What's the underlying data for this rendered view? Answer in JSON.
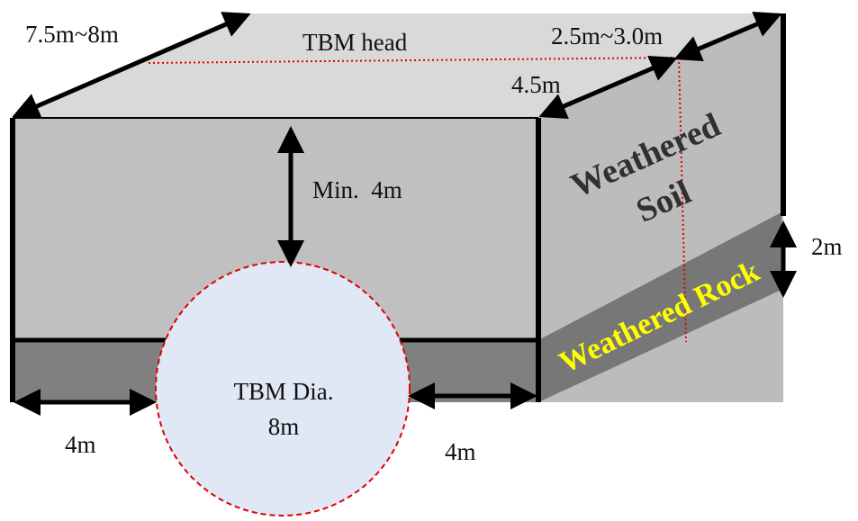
{
  "labels": {
    "box_length": "7.5m~8m",
    "tbm_head": "TBM head",
    "head_offset": "2.5m~3.0m",
    "box_depth": "4.5m",
    "min_cover": "Min.  4m",
    "soil_line1": "Weathered",
    "soil_line2": "Soil",
    "rock_thickness": "2m",
    "rock": "Weathered Rock",
    "tbm_dia_line1": "TBM Dia.",
    "tbm_dia_line2": "8m",
    "left_clearance": "4m",
    "right_clearance": "4m"
  },
  "colors": {
    "front_face": "#c0c0c0",
    "top_face": "#d9d9d9",
    "side_face": "#bcbcbc",
    "rock_front": "#808080",
    "rock_side": "#777777",
    "tbm_fill": "#dfe8f4",
    "tbm_outline": "#e00000",
    "head_line": "#e00000",
    "rock_text": "#ffff00",
    "soil_text": "#303030"
  }
}
